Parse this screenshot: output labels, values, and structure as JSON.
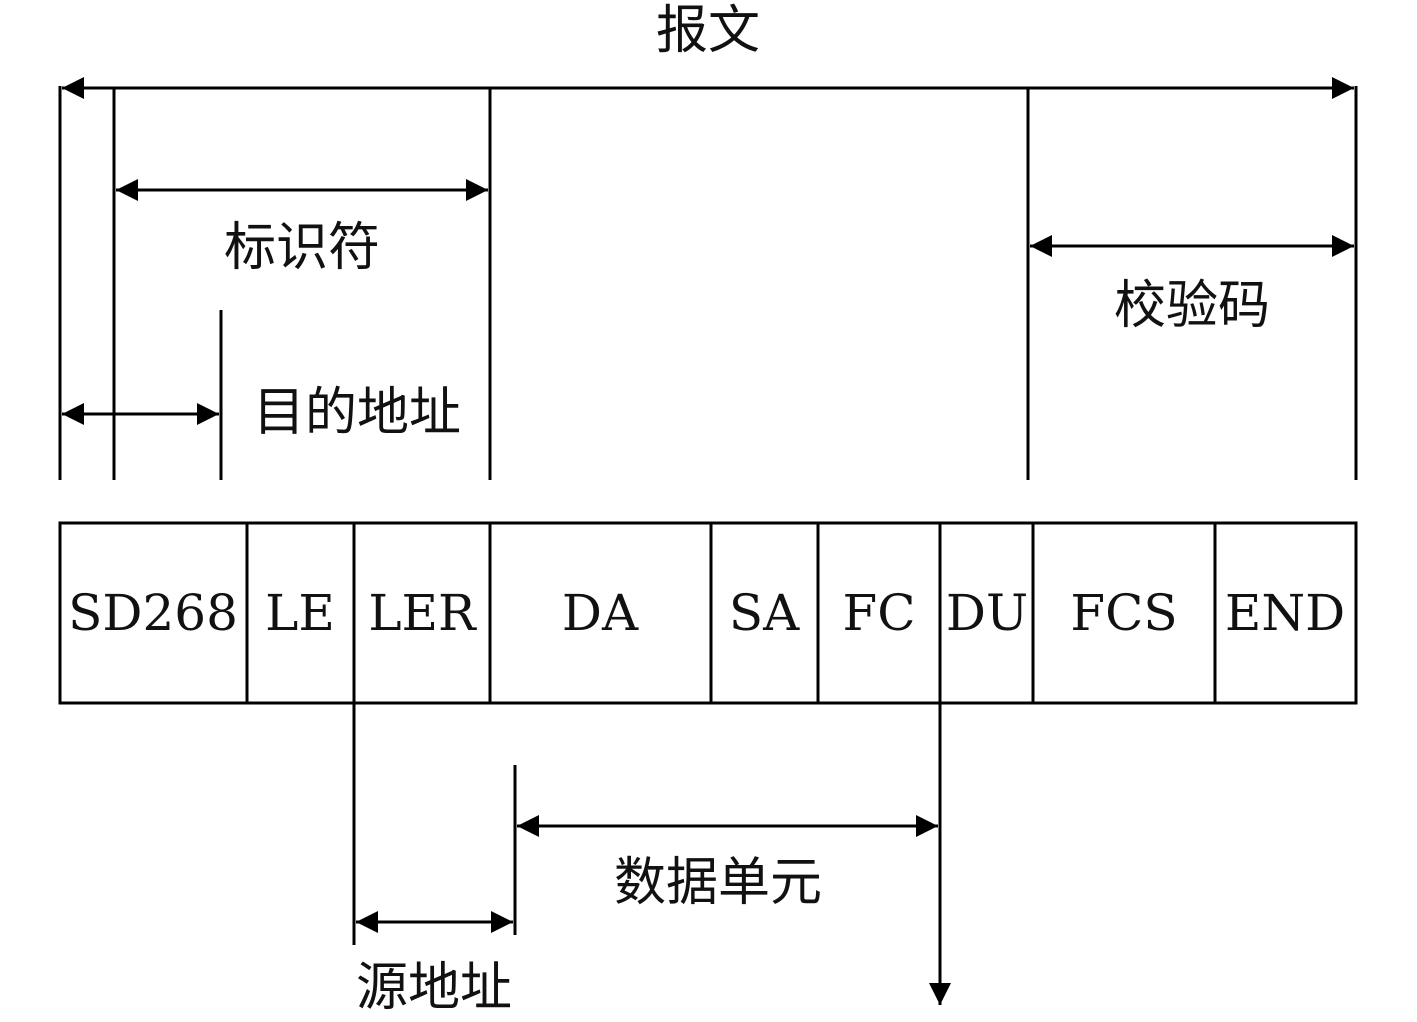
{
  "labels": {
    "message": "报文",
    "identifier": "标识符",
    "checksum": "校验码",
    "dest_address": "目的地址",
    "data_unit": "数据单元",
    "src_address": "源地址"
  },
  "frame_fields": [
    "SD268",
    "LE",
    "LER",
    "DA",
    "SA",
    "FC",
    "DU",
    "FCS",
    "END"
  ]
}
